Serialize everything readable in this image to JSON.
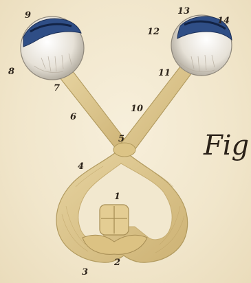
{
  "caption": "Fig.",
  "labels": {
    "l1": "1",
    "l2": "2",
    "l3": "3",
    "l4": "4",
    "l5": "5",
    "l6": "6",
    "l7": "7",
    "l8": "8",
    "l9": "9",
    "l10": "10",
    "l11": "11",
    "l12": "12",
    "l13": "13",
    "l14": "14"
  },
  "colors": {
    "paper": "#f3ead3",
    "nerve": "#d9c28a",
    "nerve_outline": "#b19a5e",
    "iris": "#2f4e86",
    "eyeball": "#ece7dd"
  }
}
